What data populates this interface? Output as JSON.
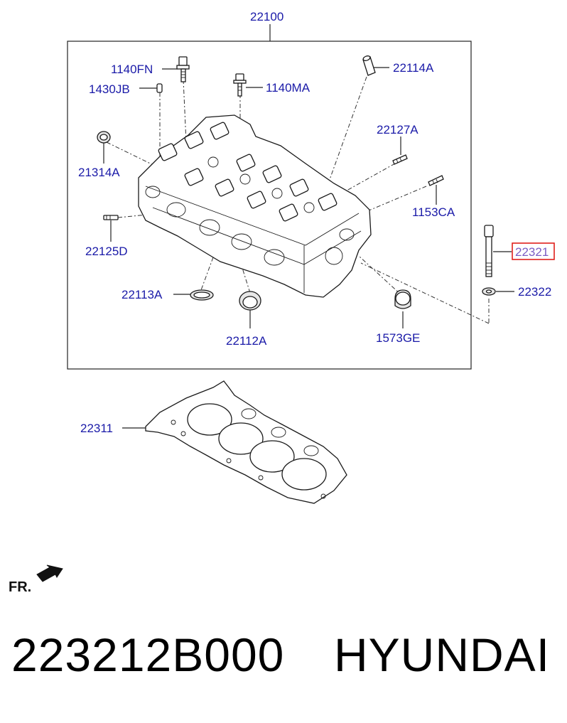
{
  "diagram": {
    "main_assembly_label": "22100",
    "parts": [
      {
        "id": "p-1140FN",
        "label": "1140FN"
      },
      {
        "id": "p-1430JB",
        "label": "1430JB"
      },
      {
        "id": "p-1140MA",
        "label": "1140MA"
      },
      {
        "id": "p-22114A",
        "label": "22114A"
      },
      {
        "id": "p-22127A",
        "label": "22127A"
      },
      {
        "id": "p-21314A",
        "label": "21314A"
      },
      {
        "id": "p-1153CA",
        "label": "1153CA"
      },
      {
        "id": "p-22125D",
        "label": "22125D"
      },
      {
        "id": "p-22321",
        "label": "22321"
      },
      {
        "id": "p-22322",
        "label": "22322"
      },
      {
        "id": "p-22113A",
        "label": "22113A"
      },
      {
        "id": "p-22112A",
        "label": "22112A"
      },
      {
        "id": "p-1573GE",
        "label": "1573GE"
      },
      {
        "id": "p-22311",
        "label": "22311"
      }
    ],
    "highlighted_part": "22321",
    "highlight_color": "#e0201c",
    "label_color": "#1a1aa8",
    "direction_label": "FR."
  },
  "footer": {
    "part_number": "223212B000",
    "brand": "HYUNDAI"
  }
}
